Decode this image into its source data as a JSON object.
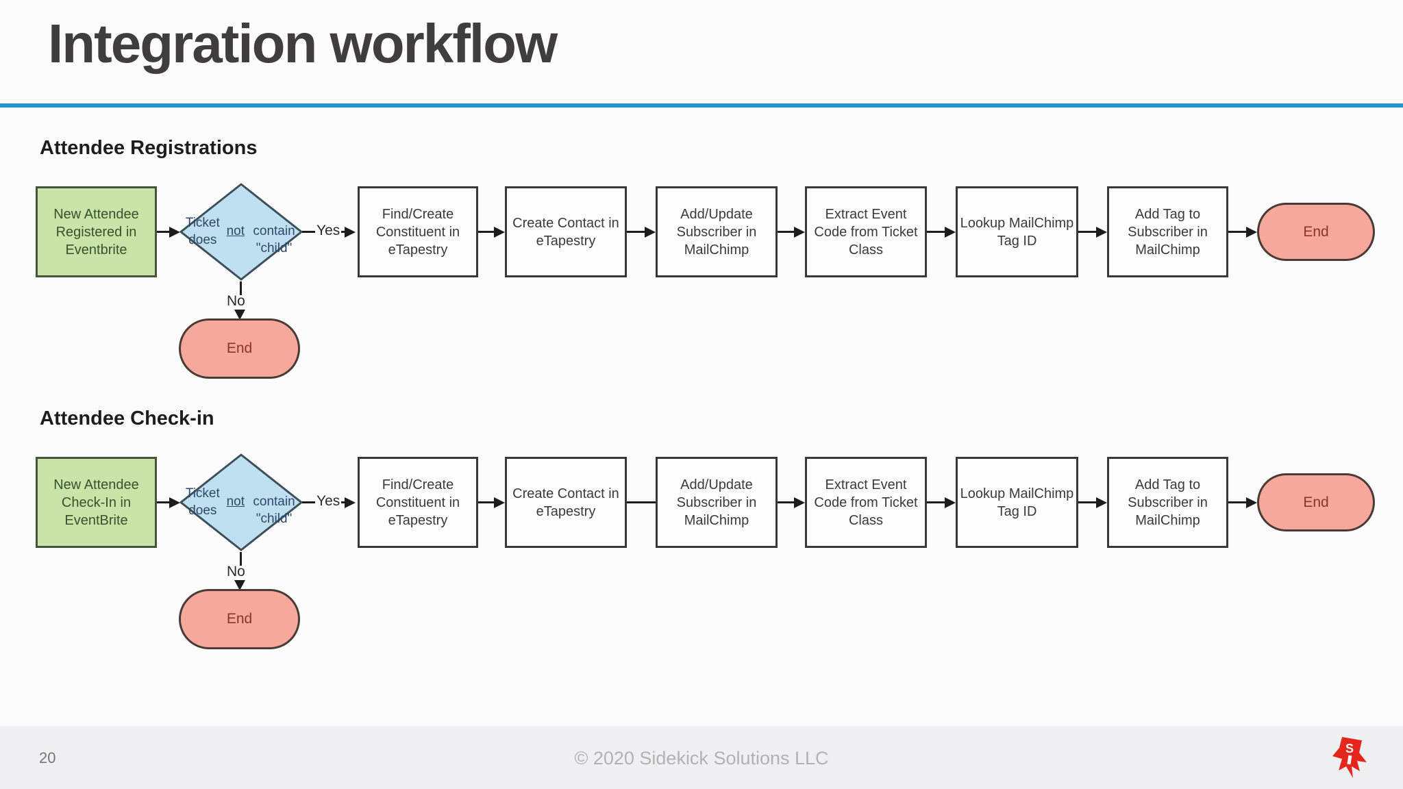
{
  "slide": {
    "title": "Integration workflow"
  },
  "flows": [
    {
      "heading": "Attendee Registrations",
      "start": "New Attendee\nRegistered in\nEventbrite",
      "decision": {
        "pre": "Ticket does ",
        "underlined": "not",
        "post": "\ncontain \"child\""
      },
      "yes_label": "Yes",
      "no_label": "No",
      "steps": [
        "Find/Create\nConstituent in\neTapestry",
        "Create Contact in\neTapestry",
        "Add/Update\nSubscriber in\nMailChimp",
        "Extract Event\nCode from Ticket\nClass",
        "Lookup MailChimp\nTag ID",
        "Add Tag to\nSubscriber in\nMailChimp"
      ],
      "end_yes": "End",
      "end_no": "End"
    },
    {
      "heading": "Attendee Check-in",
      "start": "New Attendee\nCheck-In in\nEventBrite",
      "decision": {
        "pre": "Ticket does ",
        "underlined": "not",
        "post": "\ncontain \"child\""
      },
      "yes_label": "Yes",
      "no_label": "No",
      "steps": [
        "Find/Create\nConstituent in\neTapestry",
        "Create Contact in\neTapestry",
        "Add/Update\nSubscriber in\nMailChimp",
        "Extract Event\nCode from Ticket\nClass",
        "Lookup MailChimp\nTag ID",
        "Add Tag to\nSubscriber in\nMailChimp"
      ],
      "end_yes": "End",
      "end_no": "End"
    }
  ],
  "footer": {
    "page_number": "20",
    "copyright": "© 2020 Sidekick Solutions LLC",
    "logo_letter": "S"
  },
  "colors": {
    "accent_line": "#1e96d2",
    "title_text": "#3f3d3d",
    "start_fill": "#c9e3a8",
    "decision_fill": "#bfe0f1",
    "process_fill": "#fdfdfd",
    "end_fill": "#f5a89b",
    "arrow": "#1c1c1c",
    "logo_red": "#e5261d"
  }
}
